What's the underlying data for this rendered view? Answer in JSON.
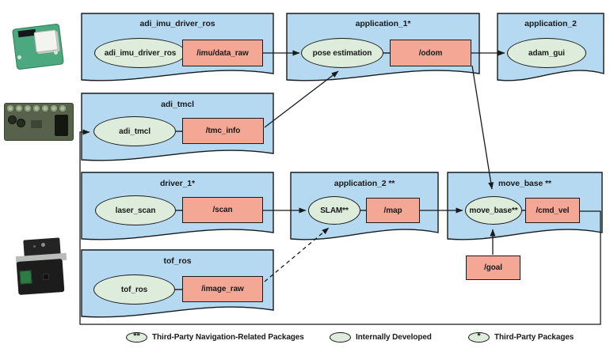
{
  "diagram": {
    "boxes": [
      {
        "title": "adi_imu_driver_ros",
        "node": "adi_imu_driver_ros",
        "topic": "/imu/data_raw"
      },
      {
        "title": "application_1*",
        "node": "pose estimation",
        "topic": "/odom"
      },
      {
        "title": "application_2",
        "node": "adam_gui"
      },
      {
        "title": "adi_tmcl",
        "node": "adi_tmcl",
        "topic": "/tmc_info"
      },
      {
        "title": "driver_1*",
        "node": "laser_scan",
        "topic": "/scan"
      },
      {
        "title": "application_2 **",
        "node": "SLAM**",
        "topic": "/map"
      },
      {
        "title": "move_base **",
        "node": "move_base**",
        "topic": "/cmd_vel"
      },
      {
        "title": "tof_ros",
        "node": "tof_ros",
        "topic": "/image_raw"
      }
    ],
    "goal_topic": "/goal",
    "legend": [
      {
        "symbol": "**",
        "label": "Third-Party Navigation-Related Packages"
      },
      {
        "symbol": "",
        "label": "Internally Developed"
      },
      {
        "symbol": "*",
        "label": "Third-Party Packages"
      }
    ],
    "icons": [
      {
        "name": "imu-sensor-board-image"
      },
      {
        "name": "motor-controller-board-image"
      },
      {
        "name": "tof-camera-module-image"
      }
    ],
    "colors": {
      "package_fill": "#b4d9f0",
      "node_fill": "#ddecdb",
      "topic_fill": "#f4a794",
      "outline": "#1a1a1a"
    }
  }
}
